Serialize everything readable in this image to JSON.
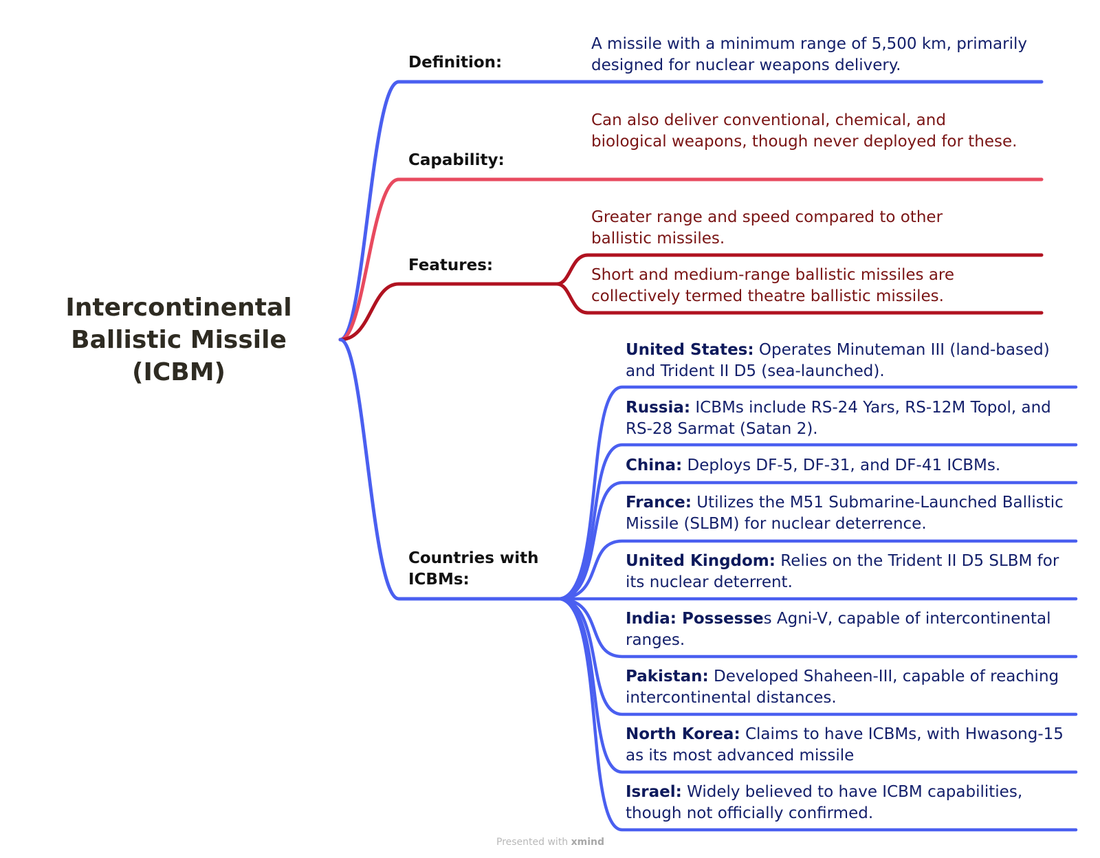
{
  "root": {
    "title": "Intercontinental Ballistic Missile (ICBM)"
  },
  "branches": {
    "definition": {
      "label": "Definition:",
      "leaves": [
        "A missile with a minimum range of 5,500 km, primarily designed for nuclear weapons delivery."
      ]
    },
    "capability": {
      "label": "Capability:",
      "leaves": [
        "Can also deliver conventional, chemical, and biological weapons, though never deployed for these."
      ]
    },
    "features": {
      "label": "Features:",
      "leaves": [
        "Greater range and speed compared to other ballistic missiles.",
        "Short and medium-range ballistic missiles are collectively termed theatre ballistic missiles."
      ]
    },
    "countries": {
      "label": "Countries with ICBMs:",
      "items": [
        {
          "name": "United States:",
          "text": " Operates Minuteman III (land-based) and Trident II D5 (sea-launched)."
        },
        {
          "name": "Russia:",
          "text": " ICBMs include RS-24 Yars, RS-12M Topol, and RS-28 Sarmat (Satan 2)."
        },
        {
          "name": "China:",
          "text": " Deploys DF-5, DF-31, and DF-41 ICBMs."
        },
        {
          "name": "France:",
          "text": " Utilizes the M51 Submarine-Launched Ballistic Missile (SLBM) for nuclear deterrence."
        },
        {
          "name": "United Kingdom:",
          "text": " Relies on the Trident II D5 SLBM for its nuclear deterrent."
        },
        {
          "name": "India: Possesse",
          "text": "s Agni-V, capable of intercontinental ranges."
        },
        {
          "name": "Pakistan:",
          "text": " Developed Shaheen-III, capable of reaching intercontinental distances."
        },
        {
          "name": "North Korea:",
          "text": " Claims to have ICBMs, with Hwasong-15 as its most advanced missile"
        },
        {
          "name": "Israel:",
          "text": " Widely believed to have ICBM capabilities, though not officially confirmed."
        }
      ]
    }
  },
  "footer": {
    "watermark_prefix": "Presented with ",
    "watermark_brand": "xmind"
  },
  "colors": {
    "blue": "#4a5ff0",
    "pink": "#e84a5f",
    "dark_red": "#b01220",
    "leaf_text": "#14206b",
    "red_text": "#7a1515"
  }
}
